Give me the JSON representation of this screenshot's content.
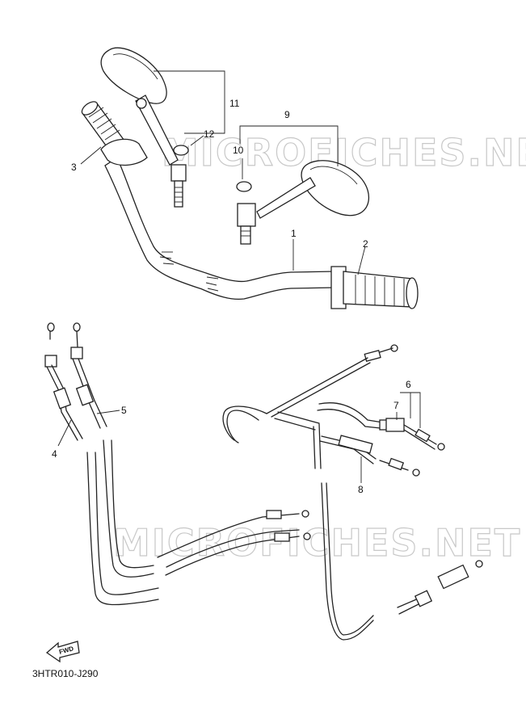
{
  "diagram_code": "3HTR010-J290",
  "watermark": "MICROFICHES.NET",
  "fwd_label": "FWD",
  "callouts": {
    "c1": "1",
    "c2": "2",
    "c3": "3",
    "c4": "4",
    "c5": "5",
    "c6": "6",
    "c7": "7",
    "c8": "8",
    "c9": "9",
    "c10": "10",
    "c11": "11",
    "c12": "12"
  }
}
